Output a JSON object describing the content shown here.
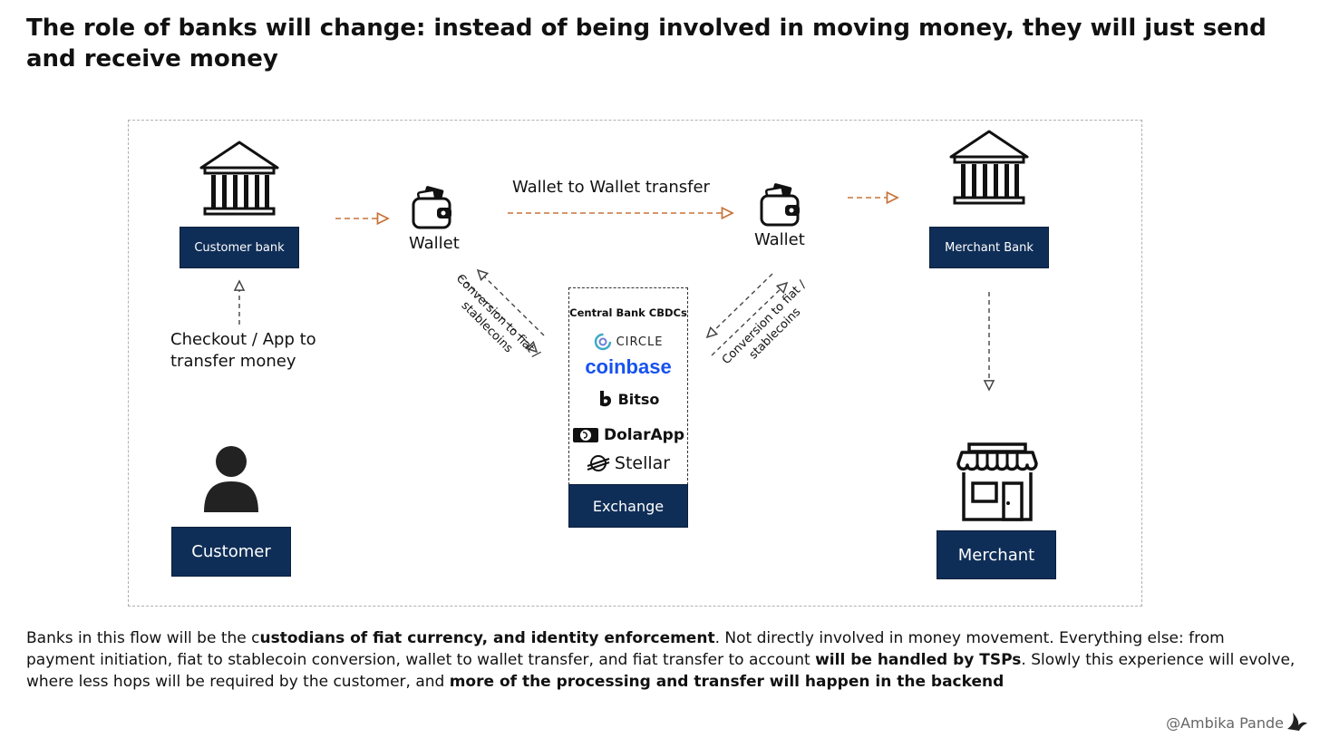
{
  "title": "The role of banks will change: instead of being involved in moving money, they will just send and receive money",
  "nodes": {
    "customer_bank": "Customer bank",
    "merchant_bank": "Merchant Bank",
    "wallet_left": "Wallet",
    "wallet_right": "Wallet",
    "customer": "Customer",
    "merchant": "Merchant",
    "exchange": "Exchange"
  },
  "edge_labels": {
    "wallet_transfer": "Wallet to Wallet transfer",
    "checkout_line1": "Checkout / App to",
    "checkout_line2": "transfer money",
    "conversion_left_line1": "Conversion to fiat /",
    "conversion_left_line2": "stablecoins",
    "conversion_right_line1": "Conversion to fiat /",
    "conversion_right_line2": "stablecoins"
  },
  "exchange_list": {
    "header": "Central Bank CBDCs",
    "logos": [
      "CIRCLE",
      "coinbase",
      "Bitso",
      "DolarApp",
      "Stellar"
    ]
  },
  "footer": {
    "p1": "Banks in this flow will be the c",
    "b1": "ustodians of fiat currency, and identity enforcement",
    "p2": ". Not directly involved in money movement. Everything else: from payment initiation, fiat to stablecoin conversion, wallet to wallet transfer, and fiat transfer to account ",
    "b2": "will be handled by TSPs",
    "p3": ". Slowly this experience will evolve, where less hops will be required by the customer, and ",
    "b3": "more of the processing and transfer will happen in the backend"
  },
  "credit": "@Ambika Pande",
  "colors": {
    "navy": "#0f2e57",
    "arrow_orange": "#c8743a",
    "arrow_gray": "#555555",
    "coinbase_blue": "#1652f0"
  },
  "icons": [
    "bank-icon",
    "wallet-icon",
    "person-icon",
    "store-icon",
    "circle-logo-icon",
    "bitso-logo-icon",
    "dolarapp-logo-icon",
    "stellar-logo-icon",
    "bird-icon"
  ]
}
